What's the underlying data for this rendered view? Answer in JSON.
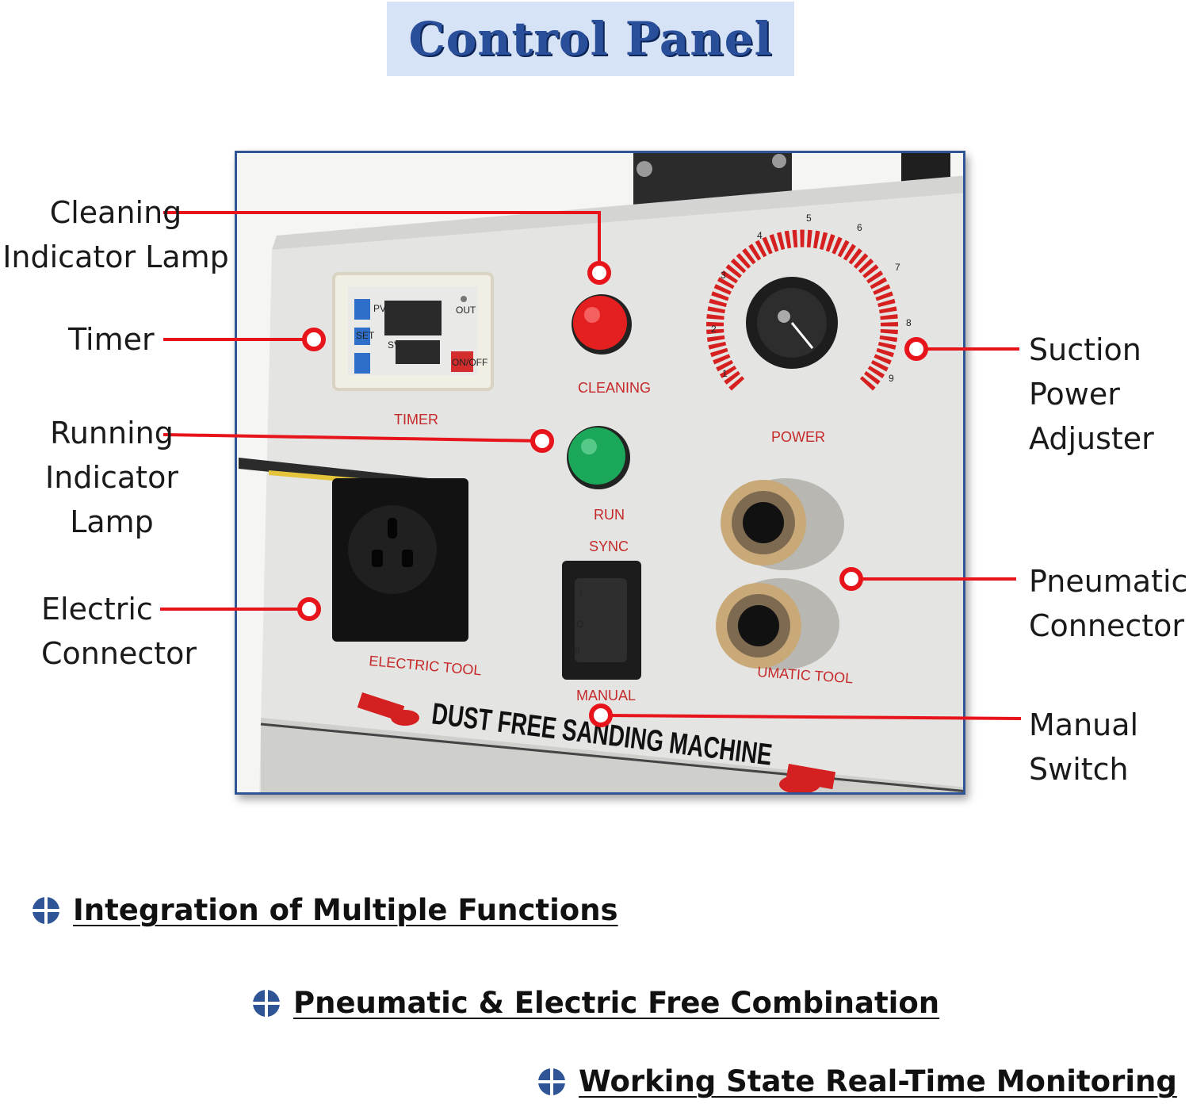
{
  "title": "Control Panel",
  "callouts": {
    "cleaning_lamp": [
      "Cleaning",
      "Indicator Lamp"
    ],
    "timer": [
      "Timer"
    ],
    "running_lamp": [
      "Running",
      "Indicator Lamp"
    ],
    "electric_connector": [
      "Electric",
      "Connector"
    ],
    "suction_adjuster": [
      "Suction",
      "Power",
      "Adjuster"
    ],
    "pneumatic_connector": [
      "Pneumatic",
      "Connector"
    ],
    "manual_switch": [
      "Manual",
      "Switch"
    ]
  },
  "panel": {
    "timer_label": "TIMER",
    "timer_pv": "PV",
    "timer_sv": "SV",
    "timer_out": "OUT",
    "timer_set": "SET",
    "timer_onoff": "ON/OFF",
    "cleaning_label": "CLEANING",
    "run_label": "RUN",
    "sync_label": "SYNC",
    "manual_label": "MANUAL",
    "power_label": "POWER",
    "dial_numbers": [
      "1",
      "2",
      "3",
      "4",
      "5",
      "6",
      "7",
      "8",
      "9"
    ],
    "electric_tool_label": "ELECTRIC  TOOL",
    "pneumatic_tool_label": "UMATIC   TOOL",
    "machine_name": "DUST FREE SANDING MACHINE",
    "switch_marks": [
      "I",
      "O",
      "II"
    ]
  },
  "features": [
    "Integration of Multiple Functions",
    "Pneumatic & Electric Free Combination",
    "Working State Real-Time Monitoring"
  ],
  "colors": {
    "callout_line": "#e8141c",
    "title_text": "#2a4f9a",
    "title_bg": "#d6e3f7",
    "frame": "#2f5597",
    "bullet": "#2f5597"
  }
}
